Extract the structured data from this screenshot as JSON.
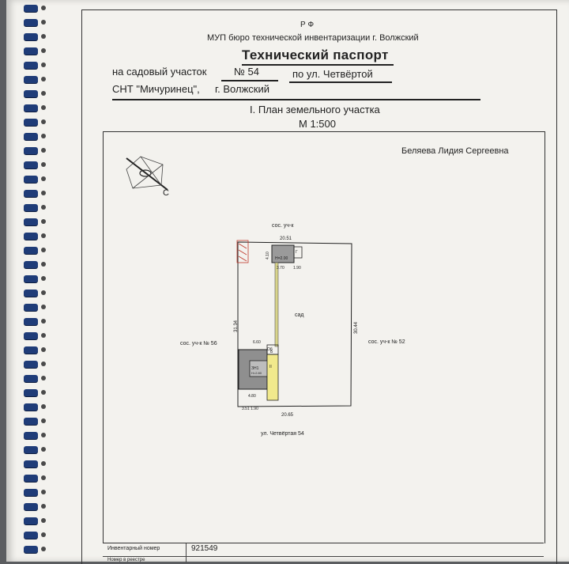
{
  "header": {
    "country": "Р Ф",
    "org": "МУП бюро технической инвентаризации г. Волжский",
    "title": "Технический паспорт",
    "plot_prefix": "на садовый участок",
    "plot_number": "№ 54",
    "street": "по ул. Четвёртой",
    "society": "СНТ \"Мичуринец\",",
    "city": "г. Волжский"
  },
  "section": {
    "title": "I. План земельного участка",
    "scale": "М 1:500"
  },
  "owner": "Беляева Лидия Сергеевна",
  "compass": {
    "letter": "С"
  },
  "plan": {
    "north_neighbor": "сос. уч-к",
    "west_neighbor": "сос. уч-к № 56",
    "east_neighbor": "сос. уч-к № 52",
    "street_label": "ул. Четвёртая 54",
    "garden_label": "сад",
    "dim_top": "20.51",
    "dim_bottom": "20.65",
    "dim_left": "31.34",
    "dim_right": "30.44",
    "dim_house_width": "6.60",
    "dim_house_bottom": "4.80",
    "dim_bottom_small": "3.51 1.90",
    "dim_shed_side": "4.10",
    "dim_shed_label": "Н=2.00",
    "dim_shed_bottom": "3.70",
    "dim_shed_bottom2": "1.90",
    "mark_g": "Г",
    "mark_b": "Б",
    "mark_ii": "II",
    "mark_ob": "Об",
    "house_label_1": "ЗН1",
    "house_label_2": "Н=2.80"
  },
  "inventory": {
    "label": "Инвентарный номер",
    "value": "921549",
    "row2_label": "Номер в реестре"
  }
}
